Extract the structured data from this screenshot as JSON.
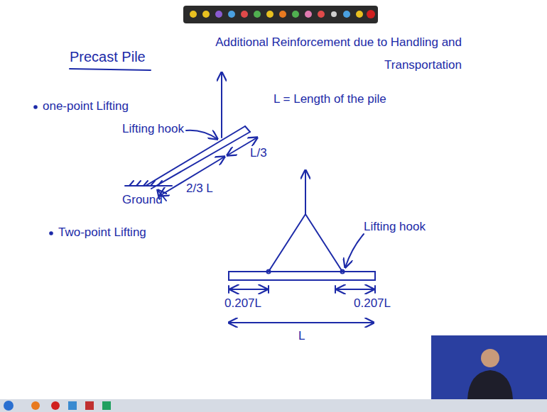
{
  "diagram": {
    "title": "Precast Pile",
    "labels": [
      "Additional Reinforcement due to Handling and Transportation",
      "one-point Lifting",
      "Lifting hook",
      "L/3",
      "L = Length of the pile",
      "2/3 L",
      "Ground",
      "Two-point Lifting",
      "Lifting hook",
      "0.207L",
      "0.207L",
      "L"
    ]
  }
}
